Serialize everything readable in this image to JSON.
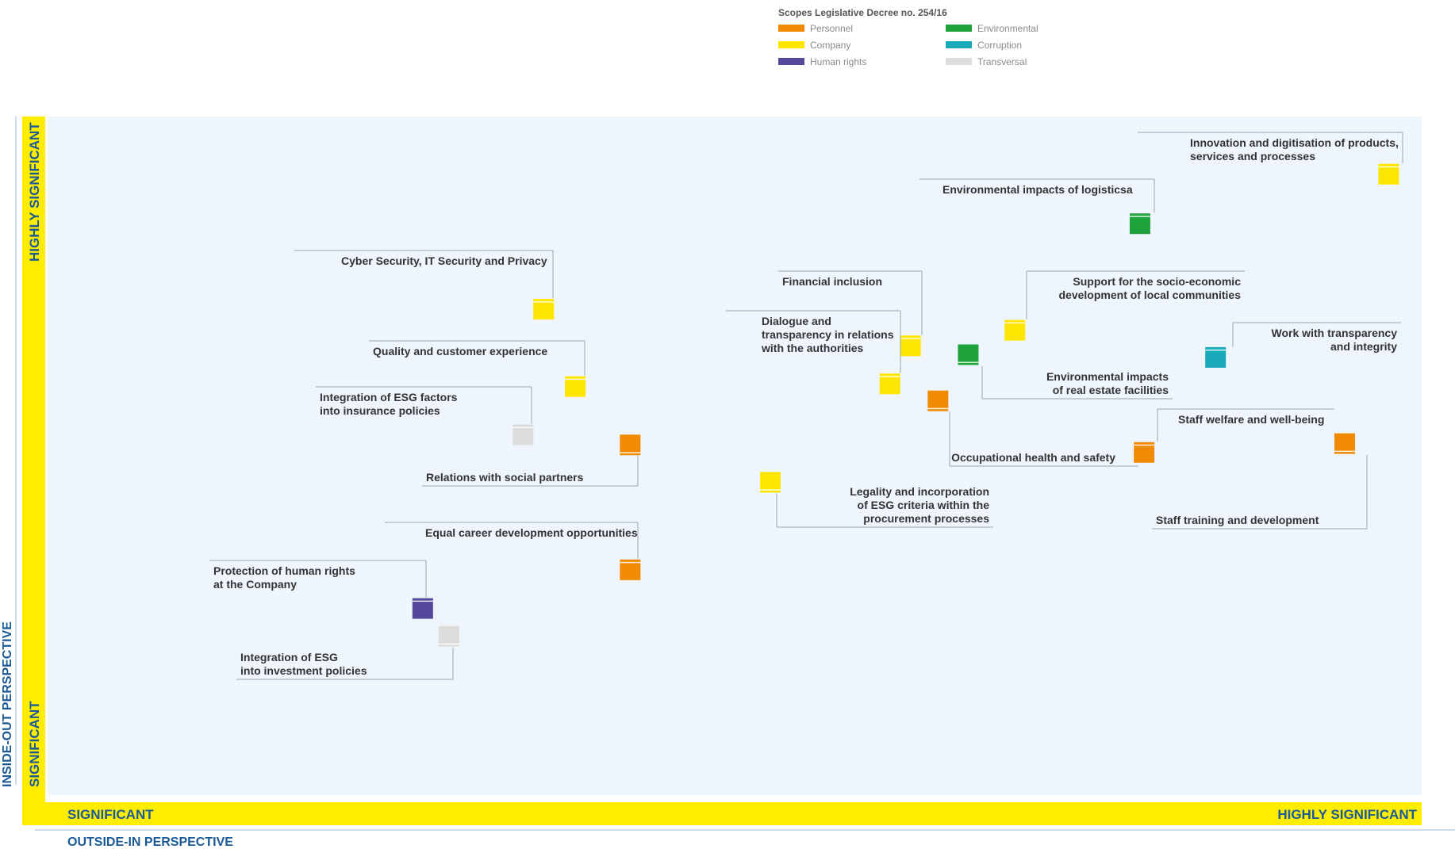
{
  "chart_data": {
    "type": "scatter",
    "legend": {
      "title": "Scopes Legislative Decree no. 254/16",
      "placement": "top-center",
      "items": [
        {
          "name": "Personnel",
          "color": "#F08A00"
        },
        {
          "name": "Environmental",
          "color": "#1FA33C"
        },
        {
          "name": "Company",
          "color": "#FFE600"
        },
        {
          "name": "Corruption",
          "color": "#19A9B8"
        },
        {
          "name": "Human rights",
          "color": "#55479A"
        },
        {
          "name": "Transversal",
          "color": "#DCDCDC"
        }
      ]
    },
    "x_axis": {
      "title": "OUTSIDE-IN PERSPECTIVE",
      "low_label": "SIGNIFICANT",
      "high_label": "HIGHLY SIGNIFICANT",
      "range": [
        0,
        100
      ]
    },
    "y_axis": {
      "title": "INSIDE-OUT PERSPECTIVE",
      "low_label": "SIGNIFICANT",
      "high_label": "HIGHLY SIGNIFICANT",
      "range": [
        0,
        100
      ]
    },
    "grid": false,
    "points": [
      {
        "lines": [
          "Innovation and digitisation of products,",
          "services and processes"
        ],
        "scope": "Company",
        "x": 97.6,
        "y": 91.5
      },
      {
        "lines": [
          "Environmental impacts of logisticsa"
        ],
        "scope": "Environmental",
        "x": 79.5,
        "y": 84.2
      },
      {
        "lines": [
          "Cyber Security, IT Security and Privacy"
        ],
        "scope": "Company",
        "x": 36.1,
        "y": 71.6
      },
      {
        "lines": [
          "Financial inclusion"
        ],
        "scope": "Company",
        "x": 62.8,
        "y": 66.2
      },
      {
        "lines": [
          "Support for the socio-economic",
          "development of local communities"
        ],
        "scope": "Company",
        "x": 70.4,
        "y": 68.5
      },
      {
        "lines": [
          "Work with transparency",
          "and integrity"
        ],
        "scope": "Corruption",
        "x": 85.0,
        "y": 64.5
      },
      {
        "lines": [
          "Dialogue and",
          "transparency in relations",
          "with the authorities"
        ],
        "scope": "Company",
        "x": 61.3,
        "y": 60.6
      },
      {
        "lines": [
          "Environmental impacts",
          "of real estate facilities"
        ],
        "scope": "Environmental",
        "x": 67.0,
        "y": 64.9
      },
      {
        "lines": [
          "Quality and customer experience"
        ],
        "scope": "Company",
        "x": 38.4,
        "y": 60.2
      },
      {
        "lines": [
          "Occupational health and safety"
        ],
        "scope": "Personnel",
        "x": 64.8,
        "y": 58.1
      },
      {
        "lines": [
          "Integration of ESG factors",
          "into insurance policies"
        ],
        "scope": "Transversal",
        "x": 34.6,
        "y": 53.1
      },
      {
        "lines": [
          "Staff welfare and well-being"
        ],
        "scope": "Personnel",
        "x": 79.8,
        "y": 50.5
      },
      {
        "lines": [
          "Relations with social partners"
        ],
        "scope": "Personnel",
        "x": 42.4,
        "y": 51.6
      },
      {
        "lines": [
          "Staff training and development"
        ],
        "scope": "Personnel",
        "x": 94.4,
        "y": 51.8
      },
      {
        "lines": [
          "Legality and incorporation",
          "of ESG criteria within the",
          "procurement processes"
        ],
        "scope": "Company",
        "x": 52.6,
        "y": 46.1
      },
      {
        "lines": [
          "Equal career development opportunities"
        ],
        "scope": "Personnel",
        "x": 42.4,
        "y": 33.2
      },
      {
        "lines": [
          "Protection of human rights",
          "at the Company"
        ],
        "scope": "Human rights",
        "x": 27.3,
        "y": 27.5
      },
      {
        "lines": [
          "Integration of ESG",
          "into investment policies"
        ],
        "scope": "Transversal",
        "x": 29.2,
        "y": 23.4
      }
    ]
  }
}
